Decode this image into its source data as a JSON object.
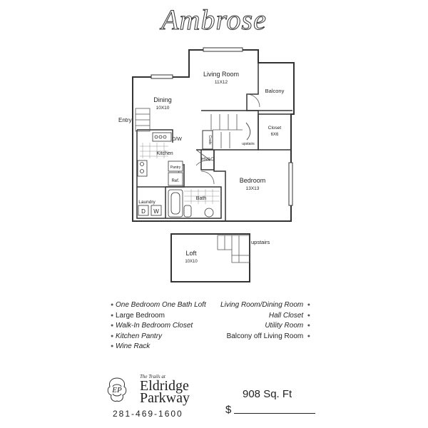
{
  "title": "Ambrose",
  "floorplan": {
    "rooms": {
      "living_name": "Living Room",
      "living_size": "11X12",
      "dining_name": "Dining",
      "dining_size": "10X10",
      "balcony": "Balcony",
      "closet_name": "Closet",
      "closet_size": "6X6",
      "bedroom_name": "Bedroom",
      "bedroom_size": "13X13",
      "kitchen": "Kitchen",
      "pantry": "Pantry",
      "ref": "Ref.",
      "hvac": "HVAC",
      "bath": "Bath",
      "laundry": "Laundry",
      "washer": "W",
      "dryer": "D",
      "dw": "D/W",
      "coats": "Coats",
      "entry": "Entry",
      "upstairs_small": "upstairs",
      "loft_name": "Loft",
      "loft_size": "10X10",
      "upstairs_loft": "upstairs"
    }
  },
  "features_left": [
    "One Bedroom  One Bath Loft",
    "Large Bedroom",
    "Walk-In Bedroom Closet",
    "Kitchen Pantry",
    "Wine Rack"
  ],
  "features_right": [
    "Living Room/Dining Room",
    "Hall Closet",
    "Utility Room",
    "Balcony off Living Room"
  ],
  "logo": {
    "tagline": "The Trails at",
    "line1": "Eldridge",
    "line2": "Parkway",
    "monogram": "EP"
  },
  "phone": "281-469-1600",
  "sqft": "908 Sq. Ft",
  "price_symbol": "$"
}
